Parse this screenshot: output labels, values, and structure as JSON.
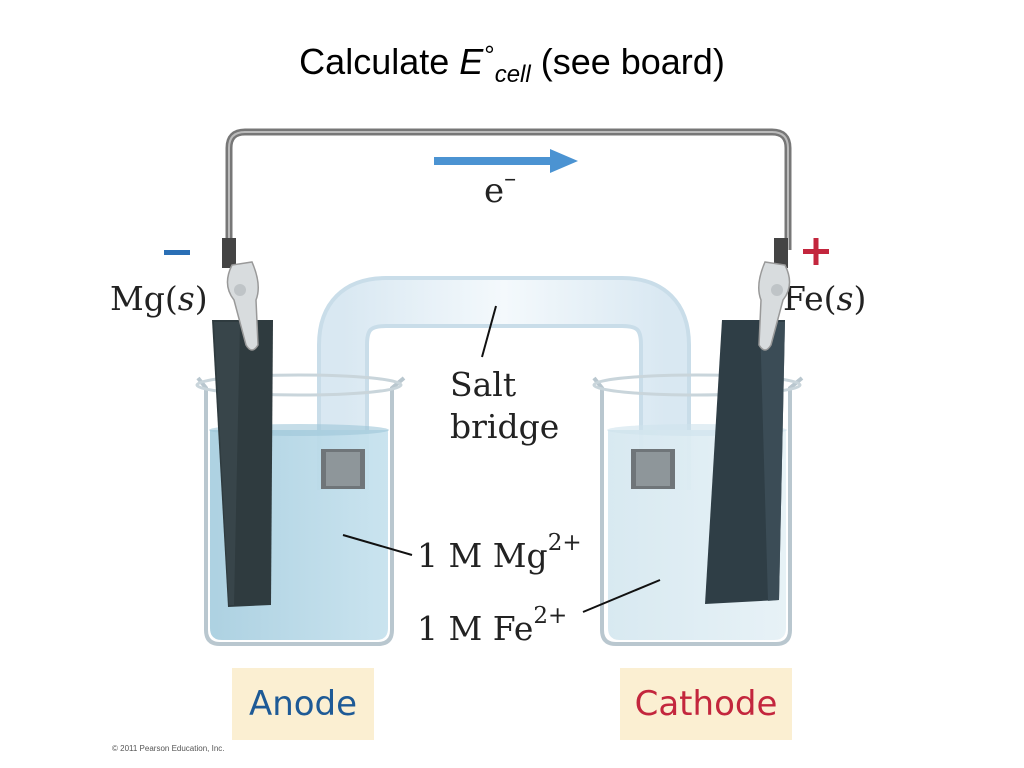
{
  "title": {
    "prefix": "Calculate ",
    "symbol": "E",
    "degree": "°",
    "subscript": "cell",
    "suffix": " (see board)"
  },
  "diagram": {
    "electron_label": "e",
    "electron_charge": "–",
    "anode_sign": "–",
    "cathode_sign": "+",
    "anode_metal": "Mg",
    "cathode_metal": "Fe",
    "state_open": "(",
    "state": "s",
    "state_close": ")",
    "salt_bridge_line1": "Salt",
    "salt_bridge_line2": "bridge",
    "solution1_text": "1 M Mg",
    "solution1_charge": "2+",
    "solution2_text": "1 M Fe",
    "solution2_charge": "2+",
    "colors": {
      "electron_arrow": "#4b93d2",
      "minus": "#2a6fb5",
      "plus": "#c3263d",
      "anode_text": "#1e5a96",
      "cathode_text": "#c3263d",
      "label_bg": "#fbefd2"
    }
  },
  "labels": {
    "anode": "Anode",
    "cathode": "Cathode"
  },
  "copyright": "© 2011 Pearson Education, Inc."
}
